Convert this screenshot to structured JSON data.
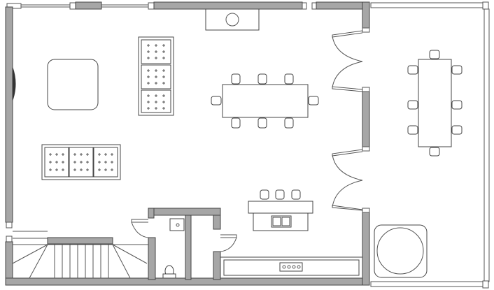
{
  "plan": {
    "colors": {
      "wall": "#a6a6a6",
      "line": "#444444",
      "background": "#ffffff",
      "blind": "#333333"
    },
    "dining_table_chairs": 8,
    "meeting_table_chairs": 8,
    "island_stools": 3
  }
}
